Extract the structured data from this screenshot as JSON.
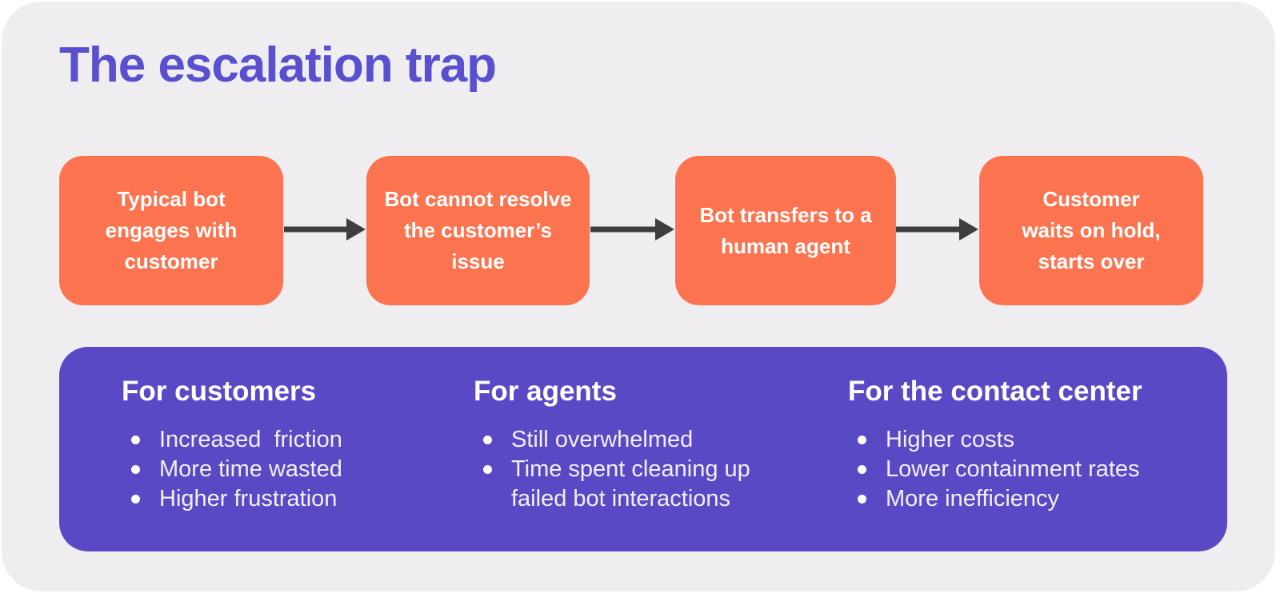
{
  "title": "The escalation trap",
  "colors": {
    "outer_background": "#FFFFFF",
    "card_background": "#EFEDF0",
    "title_text": "#5850CE",
    "step_box": "#FB744F",
    "step_text": "#FFFFFF",
    "arrow": "#3E3D40",
    "panel_background": "#5A49C5",
    "panel_text": "#FFFFFF"
  },
  "flow": {
    "steps": [
      {
        "text": "Typical bot\nengages with\ncustomer"
      },
      {
        "text": "Bot cannot resolve\nthe customer’s\nissue"
      },
      {
        "text": "Bot transfers to a\nhuman agent"
      },
      {
        "text": "Customer\nwaits on hold,\nstarts over"
      }
    ]
  },
  "panel": {
    "columns": [
      {
        "heading": "For customers",
        "items": [
          "Increased  friction",
          "More time wasted",
          "Higher frustration"
        ]
      },
      {
        "heading": "For agents",
        "items": [
          "Still overwhelmed",
          "Time spent cleaning up\nfailed bot interactions"
        ]
      },
      {
        "heading": "For the contact center",
        "items": [
          "Higher costs",
          "Lower containment rates",
          "More inefficiency"
        ]
      }
    ]
  }
}
